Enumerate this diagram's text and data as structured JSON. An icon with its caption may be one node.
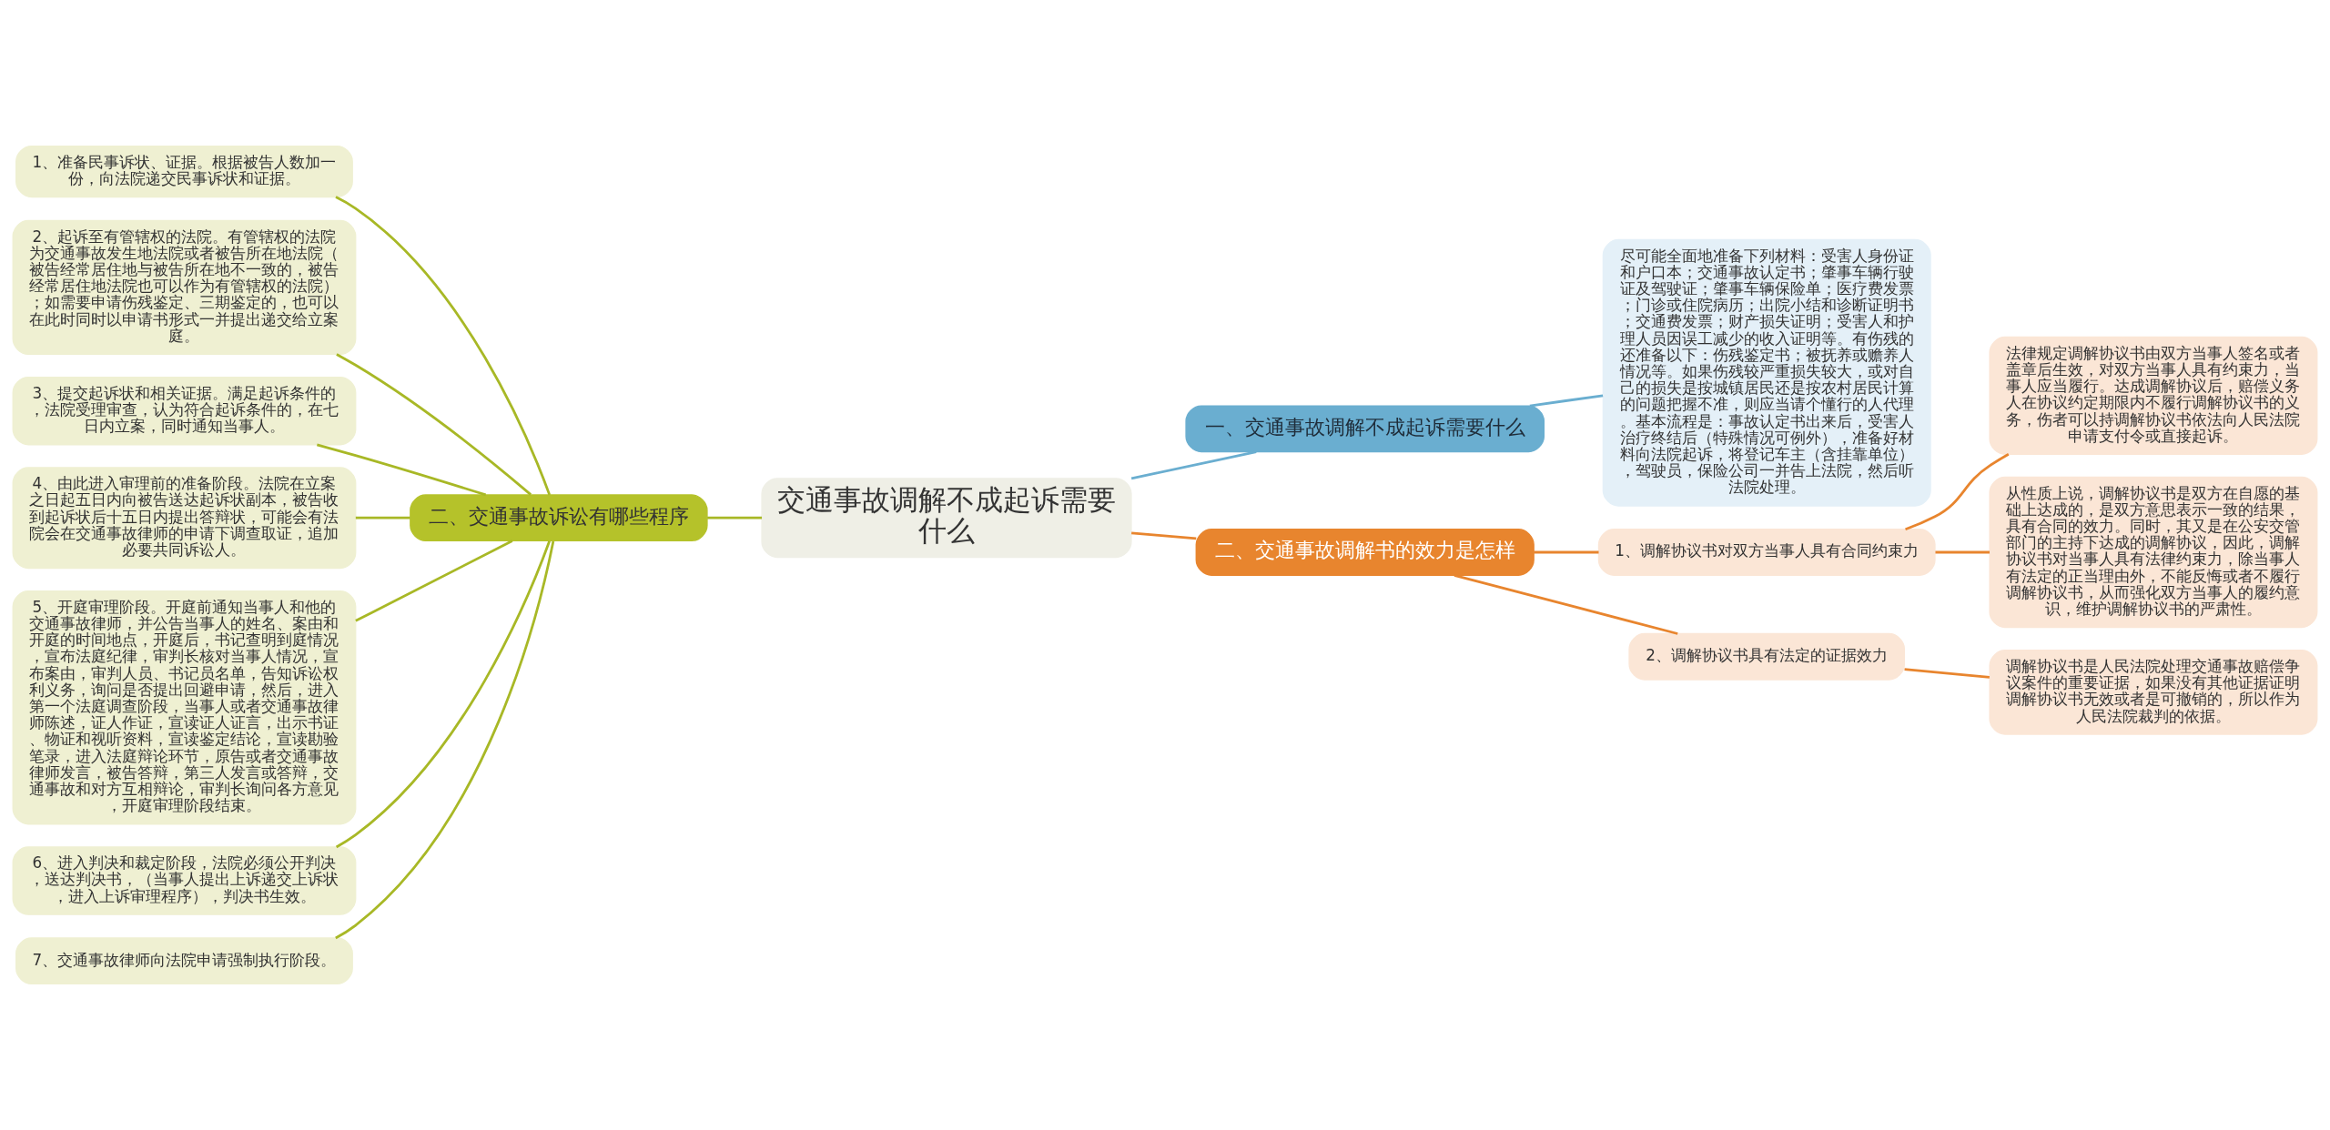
{
  "diagram": {
    "nodes": [
      {
        "text": [
          "交通事故调解不成起诉需要什么"
        ]
      },
      {
        "text": [
          "一、交通事故调解不成起诉需要什么"
        ]
      },
      {
        "text": [
          "尽可能全面地准备下列材料：受害人身份证和户口本；交通事故认定书；肇事车辆行驶证及驾驶证；肇事车辆保险单；医疗费发票；门诊或住院病历；出院小结和诊断证明书；交通费发票；财产损失证明；受害人和护理人员因误工减少的收入证明等。有伤残的还准备以下：伤残鉴定书；被抚养或赡养人情况等。如果伤残较严重损失较大，或对自己的损失是按城镇居民还是按农村居民计算的问题把握不准，则应当请个懂行的人代理。基本流程是：事故认定书出来后，受害人治疗终结后（特殊情况可例外），准备好材料向法院起诉，将登记车主（含挂靠单位），驾驶员，保险公司一并告上法院，然后听法院处理。"
        ]
      },
      {
        "text": [
          "二、交通事故调解书的效力是怎样"
        ]
      },
      {
        "text": [
          "1、调解协议书对双方当事人具有合同约束力"
        ]
      },
      {
        "text": [
          "法律规定调解协议书由双方当事人签名或者盖章后生效，对双方当事人具有约束力，当事人应当履行。达成调解协议后，赔偿义务人在协议约定期限内不履行调解协议书的义务，伤者可以持调解协议书依法向人民法院申请支付令或直接起诉。"
        ]
      },
      {
        "text": [
          "从性质上说，调解协议书是双方在自愿的基础上达成的，是双方意思表示一致的结果，具有合同的效力。同时，其又是在公安交管部门的主持下达成的调解协议，因此，调解协议书对当事人具有法律约束力，除当事人有法定的正当理由外，不能反悔或者不履行调解协议书，从而强化双方当事人的履约意识，维护调解协议书的严肃性。"
        ]
      },
      {
        "text": [
          "2、调解协议书具有法定的证据效力"
        ]
      },
      {
        "text": [
          "调解协议书是人民法院处理交通事故赔偿争议案件的重要证据，如果没有其他证据证明调解协议书无效或者是可撤销的，所以作为人民法院裁判的依据。"
        ]
      },
      {
        "text": [
          "二、交通事故诉讼有哪些程序"
        ]
      },
      {
        "text": [
          "1、准备民事诉状、证据。根据被告人数加一份，向法院递交民事诉状和证据。"
        ]
      },
      {
        "text": [
          "2、起诉至有管辖权的法院。有管辖权的法院为交通事故发生地法院或者被告所在地法院（被告经常居住地与被告所在地不一致的，被告经常居住地法院也可以作为有管辖权的法院）；如需要申请伤残鉴定、三期鉴定的，也可以在此时同时以申请书形式一并提出递交给立案庭。"
        ]
      },
      {
        "text": [
          "3、提交起诉状和相关证据。满足起诉条件的，法院受理审查，认为符合起诉条件的，在七日内立案，同时通知当事人。"
        ]
      },
      {
        "text": [
          "4、由此进入审理前的准备阶段。法院在立案之日起五日内向被告送达起诉状副本，被告收到起诉状后十五日内提出答辩状，可能会有法院会在交通事故律师的申请下调查取证，追加必要共同诉讼人。"
        ]
      },
      {
        "text": [
          "5、开庭审理阶段。开庭前通知当事人和他的交通事故律师，并公告当事人的姓名、案由和开庭的时间地点，开庭后，书记查明到庭情况，宣布法庭纪律，审判长核对当事人情况，宣布案由，审判人员、书记员名单，告知诉讼权利义务，询问是否提出回避申请，然后，进入第一个法庭调查阶段，当事人或者交通事故律师陈述，证人作证，宣读证人证言，出示书证、物证和视听资料，宣读鉴定结论，宣读勘验笔录，进入法庭辩论环节，原告或者交通事故律师发言，被告答辩，第三人发言或答辩，交通事故和对方互相辩论，审判长询问各方意见，开庭审理阶段结束。"
        ]
      },
      {
        "text": [
          "6、进入判决和裁定阶段，法院必须公开判决，送达判决书，（当事人提出上诉递交上诉状，进入上诉审理程序），判决书生效。"
        ]
      },
      {
        "text": [
          "7、交通事故律师向法院申请强制执行阶段。"
        ]
      }
    ],
    "edges": [
      {
        "from": 0,
        "to": 1,
        "arrow": "none",
        "color": "#6aaed0"
      },
      {
        "from": 1,
        "to": 2,
        "arrow": "none",
        "color": "#6aaed0"
      },
      {
        "from": 0,
        "to": 3,
        "arrow": "none",
        "color": "#e8852e"
      },
      {
        "from": 3,
        "to": 4,
        "arrow": "none",
        "color": "#e8852e"
      },
      {
        "from": 4,
        "to": 5,
        "arrow": "none",
        "color": "#e8852e"
      },
      {
        "from": 4,
        "to": 6,
        "arrow": "none",
        "color": "#e8852e"
      },
      {
        "from": 3,
        "to": 7,
        "arrow": "none",
        "color": "#e8852e"
      },
      {
        "from": 7,
        "to": 8,
        "arrow": "none",
        "color": "#e8852e"
      },
      {
        "from": 0,
        "to": 9,
        "arrow": "none"
      },
      {
        "from": 9,
        "to": 10,
        "arrow": "none"
      },
      {
        "from": 9,
        "to": 11,
        "arrow": "none"
      },
      {
        "from": 9,
        "to": 12,
        "arrow": "none"
      },
      {
        "from": 9,
        "to": 13,
        "arrow": "none"
      },
      {
        "from": 9,
        "to": 14,
        "arrow": "none"
      },
      {
        "from": 9,
        "to": 15,
        "arrow": "none"
      },
      {
        "from": 9,
        "to": 16,
        "arrow": "none"
      }
    ]
  }
}
